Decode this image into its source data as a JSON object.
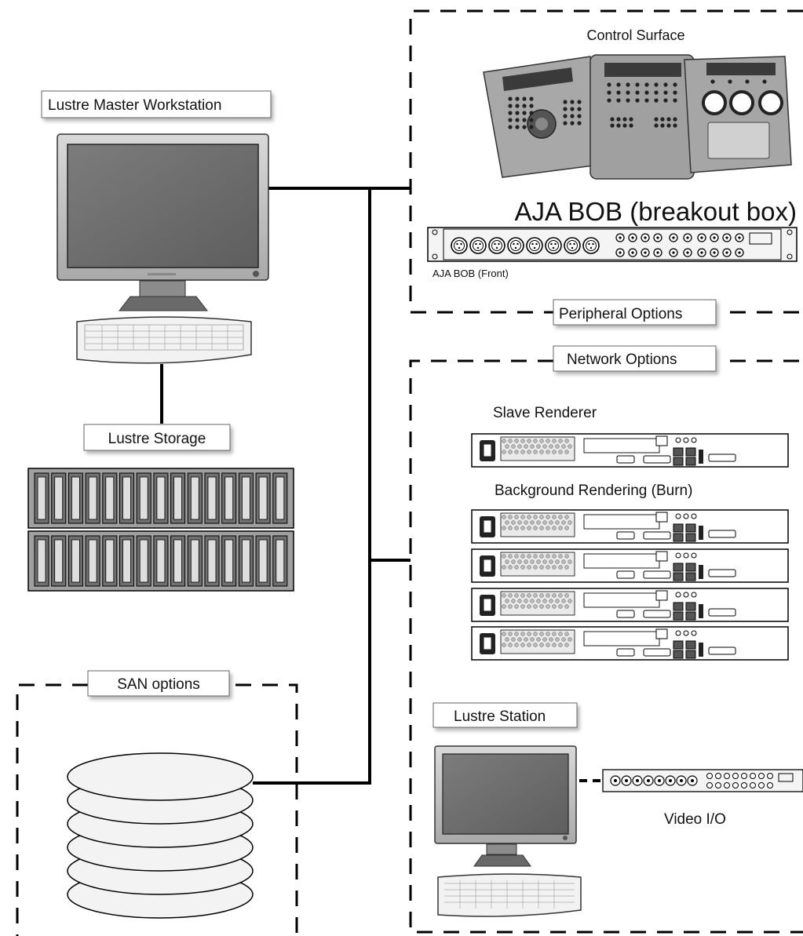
{
  "labels": {
    "master_workstation": "Lustre Master Workstation",
    "storage": "Lustre Storage",
    "san_options": "SAN options",
    "control_surface": "Control Surface",
    "aja_bob_title": "AJA BOB (breakout box)",
    "aja_bob_front": "AJA BOB (Front)",
    "peripheral_options": "Peripheral Options",
    "network_options": "Network Options",
    "slave_renderer": "Slave Renderer",
    "background_rendering": "Background Rendering (Burn)",
    "lustre_station": "Lustre Station",
    "video_io": "Video I/O"
  },
  "colors": {
    "line": "#000000",
    "device_light": "#e8e8e8",
    "device_mid": "#b8b8b8",
    "device_dark": "#777777",
    "screen": "#6e6e6e",
    "panel": "#9a9a9a"
  }
}
